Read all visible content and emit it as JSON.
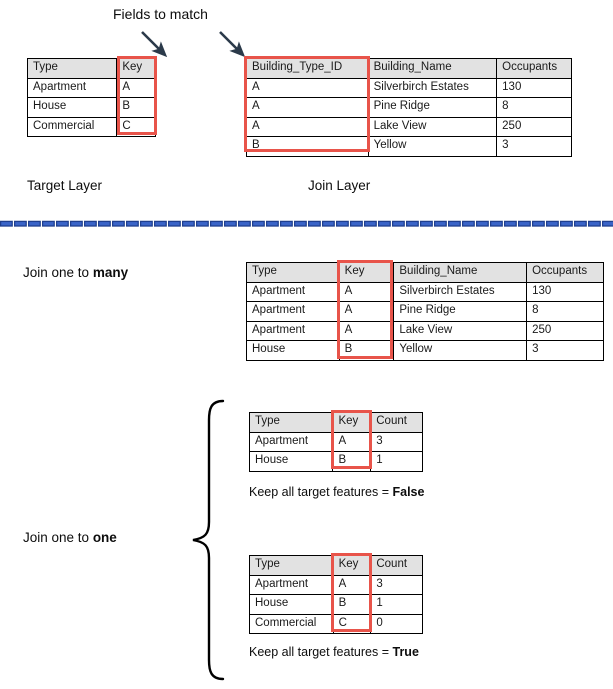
{
  "diagram": {
    "title_note": "Fields to match",
    "section_labels": {
      "target_layer": "Target Layer",
      "join_layer": "Join Layer",
      "join_one_to_many": "Join one to ",
      "join_one_to_many_bold": "many",
      "join_one_to_one": "Join one to ",
      "join_one_to_one_bold": "one"
    },
    "captions": {
      "keep_false_prefix": "Keep all target features = ",
      "keep_false_value": "False",
      "keep_true_prefix": "Keep all target features = ",
      "keep_true_value": "True"
    },
    "colors": {
      "highlight_red": "#e8544a",
      "header_gray": "#e2e2e2",
      "divider_blue": "#3a64c8",
      "divider_blue_dark": "#1f3f8f",
      "arrow_dark": "#2b3a4a",
      "table_border": "#000000"
    }
  },
  "tables": {
    "target_layer": {
      "name": "Target Layer",
      "headers": [
        "Type",
        "Key"
      ],
      "rows": [
        [
          "Apartment",
          "A"
        ],
        [
          "House",
          "B"
        ],
        [
          "Commercial",
          "C"
        ]
      ]
    },
    "join_layer": {
      "name": "Join Layer",
      "headers": [
        "Building_Type_ID",
        "Building_Name",
        "Occupants"
      ],
      "rows": [
        [
          "A",
          "Silverbirch Estates",
          "130"
        ],
        [
          "A",
          "Pine Ridge",
          "8"
        ],
        [
          "A",
          "Lake View",
          "250"
        ],
        [
          "B",
          "Yellow",
          "3"
        ]
      ]
    },
    "one_to_many": {
      "name": "Join one to many result",
      "headers": [
        "Type",
        "Key",
        "Building_Name",
        "Occupants"
      ],
      "rows": [
        [
          "Apartment",
          "A",
          "Silverbirch Estates",
          "130"
        ],
        [
          "Apartment",
          "A",
          "Pine Ridge",
          "8"
        ],
        [
          "Apartment",
          "A",
          "Lake View",
          "250"
        ],
        [
          "House",
          "B",
          "Yellow",
          "3"
        ]
      ]
    },
    "one_to_one_false": {
      "name": "Join one to one, keep all target features False",
      "headers": [
        "Type",
        "Key",
        "Count"
      ],
      "rows": [
        [
          "Apartment",
          "A",
          "3"
        ],
        [
          "House",
          "B",
          "1"
        ]
      ]
    },
    "one_to_one_true": {
      "name": "Join one to one, keep all target features True",
      "headers": [
        "Type",
        "Key",
        "Count"
      ],
      "rows": [
        [
          "Apartment",
          "A",
          "3"
        ],
        [
          "House",
          "B",
          "1"
        ],
        [
          "Commercial",
          "C",
          "0"
        ]
      ]
    }
  }
}
